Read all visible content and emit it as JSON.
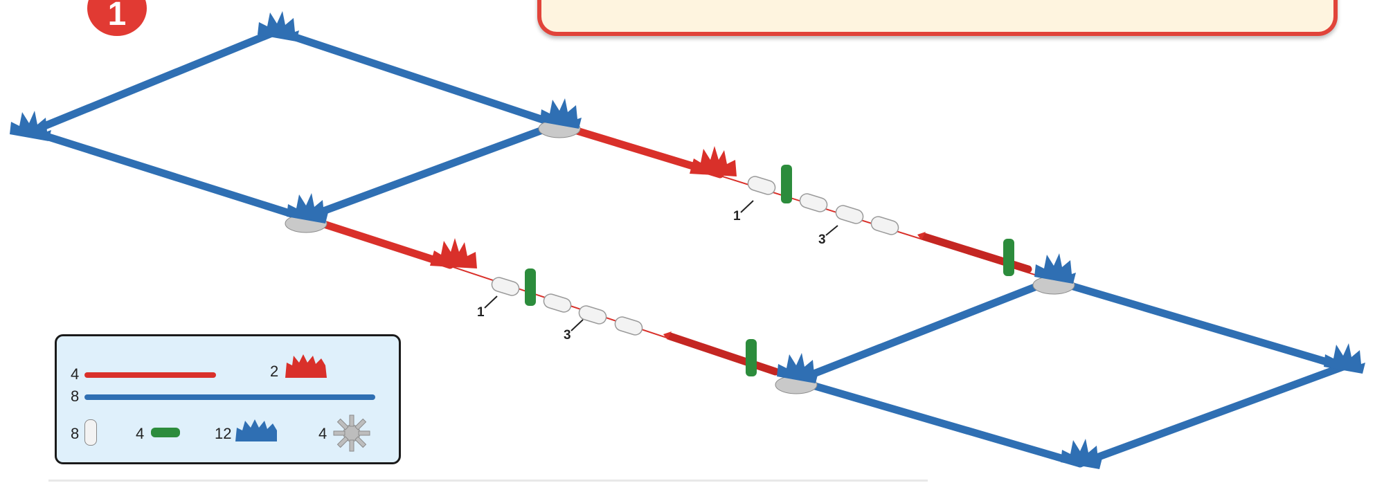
{
  "step": {
    "number": "1"
  },
  "labels": {
    "connector_count": "1",
    "spacer_count": "3"
  },
  "parts_list": {
    "red_rod_qty": "4",
    "red_connector_qty": "2",
    "blue_rod_qty": "8",
    "white_spacer_qty": "8",
    "green_connector_qty": "4",
    "blue_connector_qty": "12",
    "gray_hub_qty": "4"
  },
  "colors": {
    "blue": "#2f6fb3",
    "red": "#d9302a",
    "green": "#2c8c3c",
    "gray": "#bdbdbd",
    "badge": "#e13a33",
    "callout_bg": "#fef4df",
    "parts_bg": "#dff0fb"
  }
}
